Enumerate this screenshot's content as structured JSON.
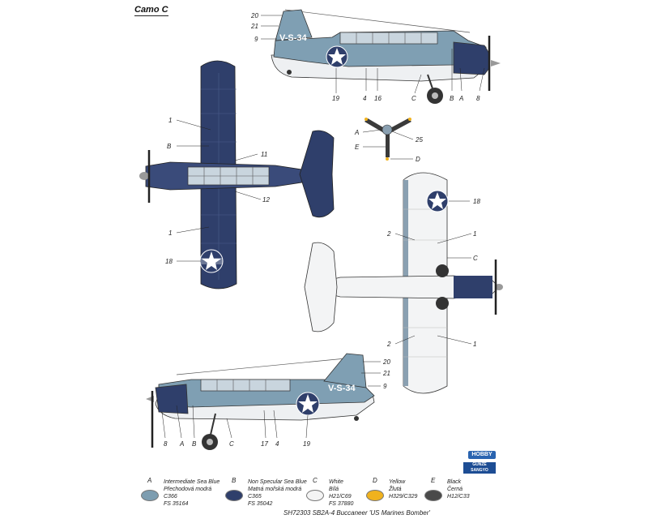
{
  "header": {
    "camo": "Camo C"
  },
  "aircraft_code": "V-S-34",
  "callouts": {
    "side_top": [
      "20",
      "21",
      "9",
      "19",
      "4",
      "16",
      "C",
      "B",
      "A",
      "8"
    ],
    "plan_top": [
      "1",
      "B",
      "11",
      "12",
      "1",
      "18"
    ],
    "prop": [
      "A",
      "E",
      "25",
      "D"
    ],
    "plan_bottom": [
      "18",
      "2",
      "1",
      "C",
      "2",
      "1"
    ],
    "side_bottom": [
      "20",
      "21",
      "9",
      "8",
      "A",
      "B",
      "C",
      "17",
      "4",
      "19"
    ]
  },
  "legend": [
    {
      "letter": "A",
      "color": "#7d9db0",
      "lines": [
        "Intermediate Sea Blue",
        "Přechodová modrá",
        "C366",
        "FS 35164"
      ]
    },
    {
      "letter": "B",
      "color": "#2f3f6b",
      "lines": [
        "Non Specular Sea Blue",
        "Matná mořská modrá",
        "C365",
        "FS 35042"
      ]
    },
    {
      "letter": "C",
      "color": "#f4f4f4",
      "lines": [
        "White",
        "Bílá",
        "H21/C69",
        "FS 37880"
      ]
    },
    {
      "letter": "D",
      "color": "#f0b21e",
      "lines": [
        "Yellow",
        "Žlutá",
        "H329/C329"
      ]
    },
    {
      "letter": "E",
      "color": "#4a4a4a",
      "lines": [
        "Black",
        "Černá",
        "H12/C33"
      ]
    }
  ],
  "logos": {
    "hobby": "HOBBY",
    "gunze": "GUNZE SANGYO"
  },
  "footer": "SH72303  SB2A-4 Buccaneer 'US Marines Bomber'"
}
